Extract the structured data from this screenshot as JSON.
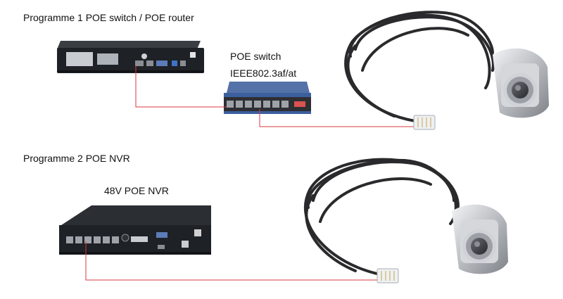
{
  "programme1": {
    "title": "Programme 1    POE switch / POE router",
    "switch_label": "POE switch",
    "switch_standard": "IEEE802.3af/at"
  },
  "programme2": {
    "title": "Programme 2   POE NVR",
    "nvr_label": "48V POE NVR"
  },
  "colors": {
    "cable": "#d8383f",
    "device_body": "#1e2126",
    "switch_body": "#3c5f9e",
    "camera_body": "#c7c9cc",
    "camera_cable": "#2a2a2d"
  },
  "icons": [
    "recorder-device",
    "poe-switch",
    "ip-camera",
    "rj45-plug",
    "network-cable"
  ]
}
